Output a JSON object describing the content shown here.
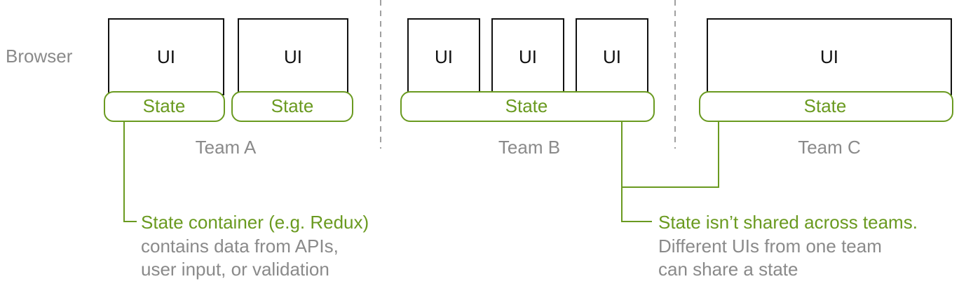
{
  "row_label": "Browser",
  "ui_label": "UI",
  "state_label": "State",
  "teams": [
    {
      "name": "Team A"
    },
    {
      "name": "Team B"
    },
    {
      "name": "Team C"
    }
  ],
  "notes": {
    "left": {
      "title": "State container (e.g. Redux)",
      "lines": [
        "contains data from APIs,",
        "user input, or validation"
      ]
    },
    "right": {
      "title": "State isn’t shared across teams.",
      "lines": [
        "Different UIs from one team",
        "can share a state"
      ]
    }
  },
  "colors": {
    "accent": "#6a9a20",
    "muted": "#8a8a8a",
    "ink": "#111111",
    "divider": "#a0a0a0"
  }
}
